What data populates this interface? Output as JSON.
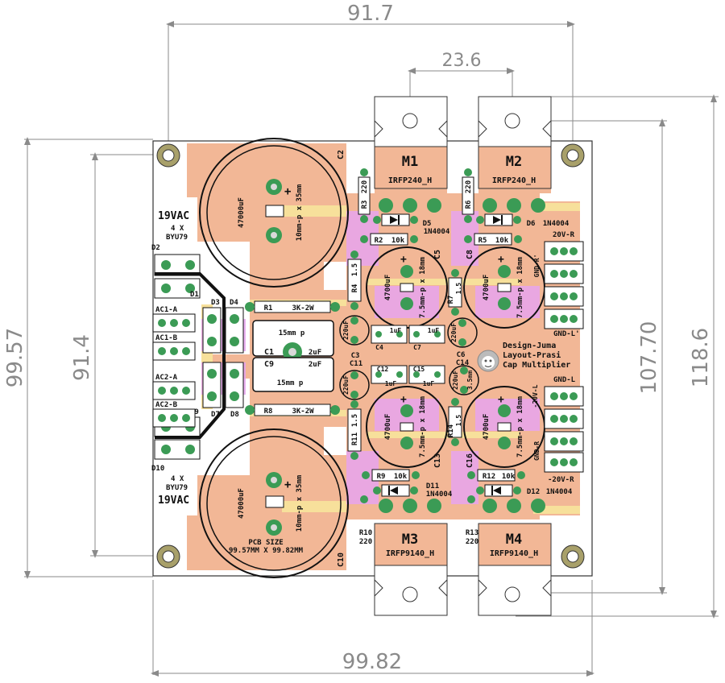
{
  "colors": {
    "board": "#ffffff",
    "copper": "#f2b796",
    "trace": "#f7e09b",
    "via": "#e8a5ef",
    "pad": "#3b9b55",
    "hole": "#d9d9d9",
    "dimension": "#8a8a8a",
    "silk": "#111111"
  },
  "dimensions": {
    "width_top": "91.7",
    "spacing_top": "23.6",
    "width_bottom": "99.82",
    "height_left_outer": "99.57",
    "height_left_inner": "91.4",
    "height_right_inner": "107.70",
    "height_right_outer": "118.6"
  },
  "transistors": {
    "m1": {
      "ref": "M1",
      "part": "IRFP240_H"
    },
    "m2": {
      "ref": "M2",
      "part": "IRFP240_H"
    },
    "m3": {
      "ref": "M3",
      "part": "IRFP9140_H"
    },
    "m4": {
      "ref": "M4",
      "part": "IRFP9140_H"
    }
  },
  "caps_big": {
    "c2": {
      "ref": "C2",
      "value": "47000uF",
      "size": "10mm-p x 35mm"
    },
    "c10": {
      "ref": "C10",
      "value": "47000uF",
      "size": "10mm-p x 35mm"
    }
  },
  "caps_med": {
    "c5": {
      "ref": "C5",
      "value": "4700uF",
      "size": "7.5mm-p x 18mm"
    },
    "c8": {
      "ref": "C8",
      "value": "4700uF",
      "size": "7.5mm-p x 18mm"
    },
    "c13": {
      "ref": "C13",
      "value": "4700uF",
      "size": "7.5mm-p x 18mm"
    },
    "c16": {
      "ref": "C16",
      "value": "4700uF",
      "size": "7.5mm-p x 18mm"
    }
  },
  "caps_small": {
    "c3": {
      "ref": "C3",
      "value": "220uF"
    },
    "c6": {
      "ref": "C6",
      "value": "220uF"
    },
    "c11": {
      "ref": "C11",
      "value": "220uF"
    },
    "c14": {
      "ref": "C14",
      "value": "220uF"
    },
    "c14_size": "3.5mm"
  },
  "caps_film": {
    "c1": {
      "ref": "C1",
      "value": "2uF",
      "size": "15mm p"
    },
    "c9": {
      "ref": "C9",
      "value": "2uF",
      "size": "15mm p"
    },
    "c4": {
      "ref": "C4",
      "value": "1uF"
    },
    "c7": {
      "ref": "C7",
      "value": "1uF"
    },
    "c12": {
      "ref": "C12",
      "value": "1uF"
    },
    "c15": {
      "ref": "C15",
      "value": "1uF"
    }
  },
  "resistors": {
    "r1": {
      "ref": "R1",
      "value": "3K-2W"
    },
    "r8": {
      "ref": "R8",
      "value": "3K-2W"
    },
    "r2": {
      "ref": "R2",
      "value": "10k"
    },
    "r5": {
      "ref": "R5",
      "value": "10k"
    },
    "r9": {
      "ref": "R9",
      "value": "10k"
    },
    "r12": {
      "ref": "R12",
      "value": "10k"
    },
    "r3": {
      "ref": "R3",
      "value": "220"
    },
    "r6": {
      "ref": "R6",
      "value": "220"
    },
    "r10": {
      "ref": "R10",
      "value": "220"
    },
    "r13": {
      "ref": "R13",
      "value": "220"
    },
    "r4": {
      "ref": "R4",
      "value": "1.5"
    },
    "r7": {
      "ref": "R7",
      "value": "1.5"
    },
    "r11": {
      "ref": "R11",
      "value": "1.5"
    },
    "r14": {
      "ref": "R14",
      "value": "1.5"
    }
  },
  "diodes": {
    "d5": {
      "ref": "D5",
      "part": "1N4004"
    },
    "d6": {
      "ref": "D6",
      "part": "1N4004"
    },
    "d11": {
      "ref": "D11",
      "part": "1N4004"
    },
    "d12": {
      "ref": "D12",
      "part": "1N4004"
    },
    "rect": [
      "D1",
      "D2",
      "D3",
      "D4",
      "D7",
      "D8",
      "D9",
      "D10"
    ]
  },
  "input_labels": {
    "vac_top": "19VAC",
    "vac_bottom": "19VAC",
    "count": "4 X",
    "part": "BYU79",
    "ac1a": "AC1-A",
    "ac1b": "AC1-B",
    "ac2a": "AC2-A",
    "ac2b": "AC2-B"
  },
  "output_labels": {
    "p20vr": "20V-R",
    "gndr": "GND-R'",
    "gndl1": "GND-L'",
    "gndl2": "GND-L",
    "m20vl": "-20V-L",
    "gndr2": "GND-R",
    "m20vr": "-20V-R"
  },
  "credits": {
    "line1": "Design-Juma",
    "line2": "Layout-Prasi",
    "line3": "Cap Multiplier"
  },
  "pcb_size": {
    "line1": "PCB SIZE",
    "line2": "99.57MM X 99.82MM"
  }
}
